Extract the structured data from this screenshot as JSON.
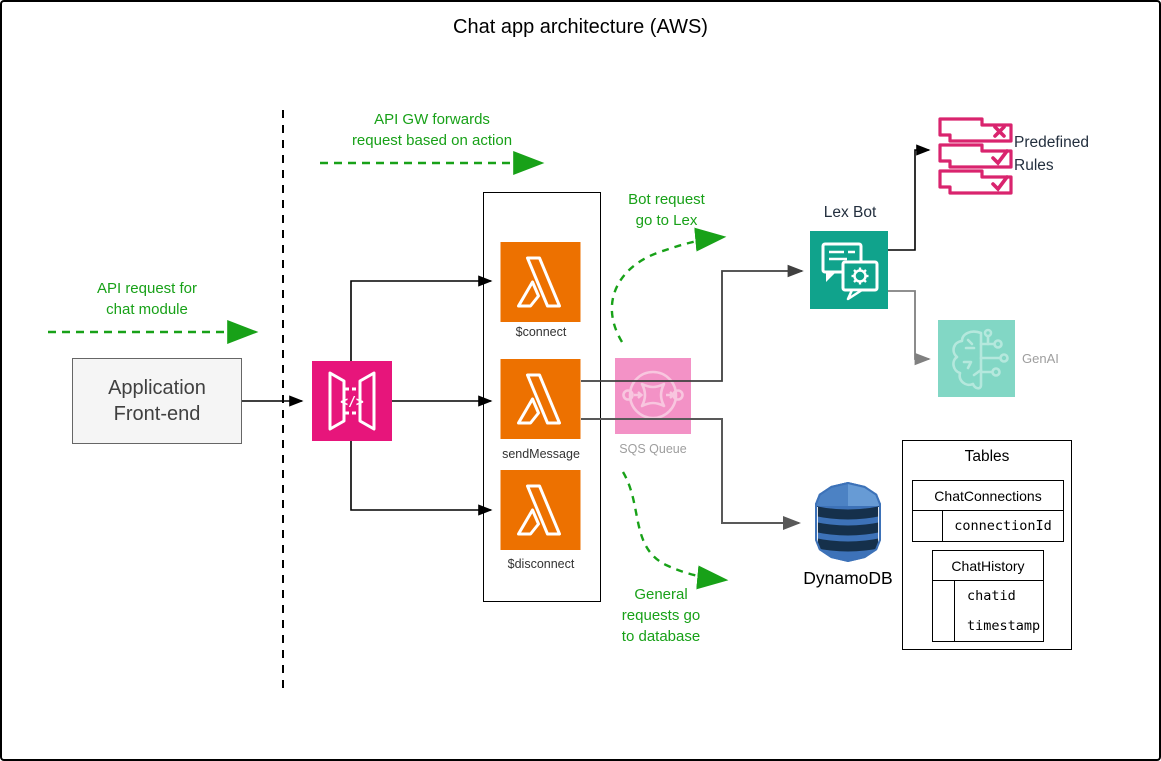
{
  "title": "Chat app architecture (AWS)",
  "annotations": {
    "api_gw_forwards": "API GW forwards\nrequest based on action",
    "api_request": "API request for\nchat module",
    "bot_request": "Bot request\ngo to Lex",
    "general_requests": "General\nrequests go\nto database"
  },
  "nodes": {
    "frontend": {
      "label": "Application\nFront-end"
    },
    "lambdas": [
      {
        "label": "$connect"
      },
      {
        "label": "sendMessage"
      },
      {
        "label": "$disconnect"
      }
    ],
    "sqs": {
      "label": "SQS Queue"
    },
    "lex": {
      "label": "Lex Bot"
    },
    "rules": {
      "label": "Predefined\nRules",
      "marks": [
        "x",
        "check",
        "check"
      ]
    },
    "genai": {
      "label": "GenAI"
    },
    "dynamodb": {
      "label": "DynamoDB"
    }
  },
  "tables_panel": {
    "title": "Tables",
    "tables": [
      {
        "name": "ChatConnections",
        "fields": [
          "connectionId"
        ]
      },
      {
        "name": "ChatHistory",
        "fields": [
          "chatid",
          "timestamp"
        ]
      }
    ]
  },
  "colors": {
    "annotation_green": "#18A118",
    "api_gateway_pink": "#E7157B",
    "rules_pink": "#D9246E",
    "sqs_pink": "#F392C6",
    "lambda_orange": "#ED7100",
    "lex_teal": "#10A38C",
    "genai_teal": "#82D7C5",
    "dynamodb_blue": "#3D72B8",
    "connector_gray": "#595959",
    "faded_label_gray": "#9E9E9E"
  }
}
